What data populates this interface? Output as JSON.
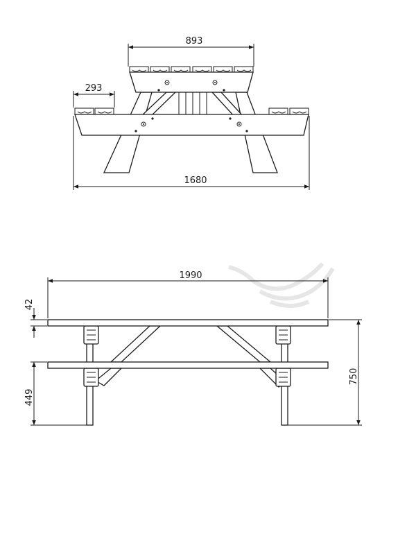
{
  "drawing": {
    "end_view": {
      "dimensions": {
        "table_top_width": "893",
        "seat_width": "293",
        "overall_width": "1680"
      }
    },
    "side_view": {
      "dimensions": {
        "overall_length": "1990",
        "top_thickness": "42",
        "seat_height": "449",
        "table_height": "750"
      }
    },
    "colors": {
      "line": "#1a1a1a",
      "watermark": "#e6e6e6"
    }
  }
}
